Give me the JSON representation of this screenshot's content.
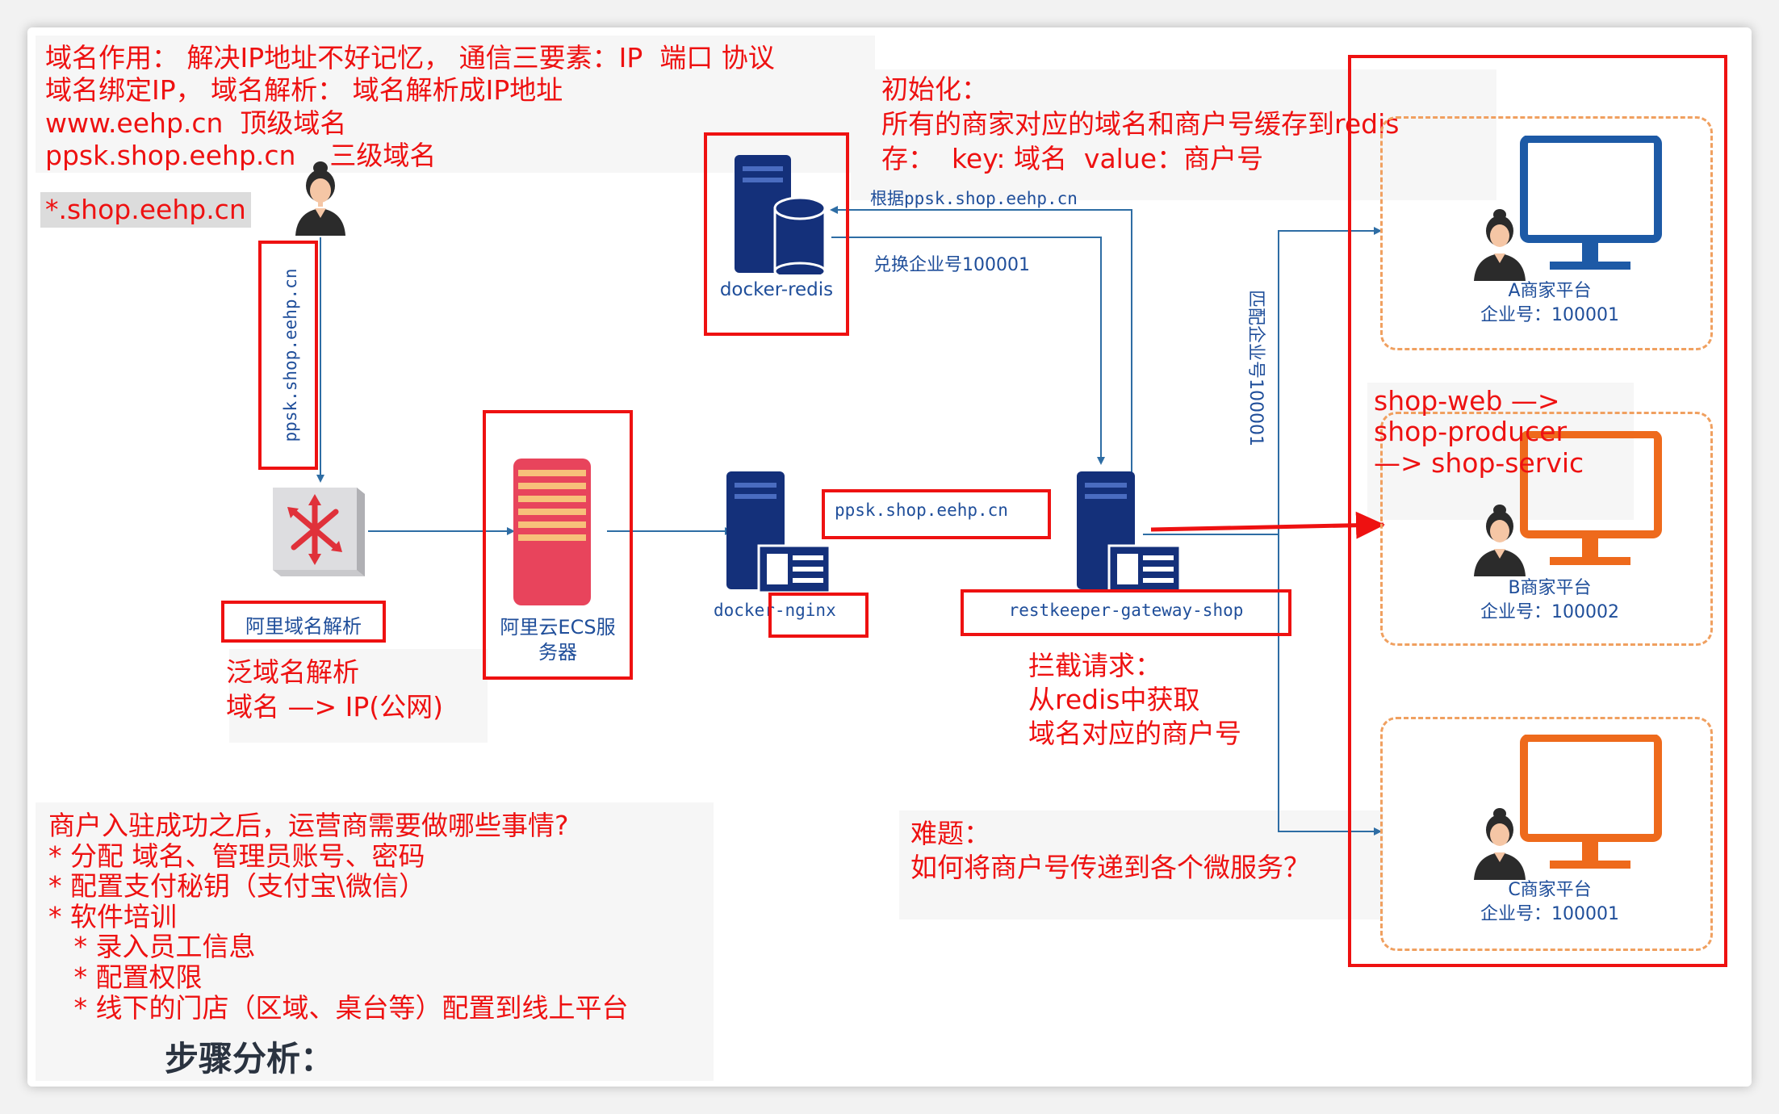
{
  "colors": {
    "annotation_red": "#ee1111",
    "server_navy": "#14307a",
    "flow_blue": "#2e6da4",
    "platform_blue": "#1d5aa6",
    "platform_orange": "#ee6a1c"
  },
  "top_note": {
    "line1": "域名作用： 解决IP地址不好记忆， 通信三要素：IP  端口 协议",
    "line2": "域名绑定IP， 域名解析： 域名解析成IP地址",
    "line3": "www.eehp.cn  顶级域名",
    "line4": "ppsk.shop.eehp.cn    三级域名",
    "wildcard": "*.shop.eehp.cn"
  },
  "init_note": {
    "line1": "初始化：",
    "line2": "所有的商家对应的域名和商户号缓存到redis",
    "line3": "存：  key: 域名  value：商户号"
  },
  "vertical_label": "ppsk.shop.eehp.cn",
  "dns": {
    "label": "阿里域名解析"
  },
  "pan_note": {
    "line1": "泛域名解析",
    "line2": "域名 —> IP(公网)"
  },
  "ecs": {
    "line1": "阿里云ECS服",
    "line2": "务器"
  },
  "redis": {
    "label": "docker-redis",
    "query_label": "根据ppsk.shop.eehp.cn",
    "reply_label": "兑换企业号100001"
  },
  "nginx": {
    "label": "docker-nginx",
    "edge_label": "ppsk.shop.eehp.cn"
  },
  "gateway": {
    "label": "restkeeper-gateway-shop"
  },
  "intercept_note": {
    "line1": "拦截请求：",
    "line2": "从redis中获取",
    "line3": "域名对应的商户号"
  },
  "match_label": "匹配企业号100001",
  "service_chain": {
    "line1": "shop-web —>",
    "line2": "shop-producer",
    "line3": "—> shop-servic"
  },
  "difficulty_note": {
    "line1": "难题：",
    "line2": "如何将商户号传递到各个微服务？"
  },
  "platforms": [
    {
      "name": "A商家平台",
      "id_label": "企业号：100001"
    },
    {
      "name": "B商家平台",
      "id_label": "企业号：100002"
    },
    {
      "name": "C商家平台",
      "id_label": "企业号：100001"
    }
  ],
  "merchant_note": {
    "line1": "商户入驻成功之后，运营商需要做哪些事情?",
    "line2": "* 分配 域名、管理员账号、密码",
    "line3": "* 配置支付秘钥（支付宝\\微信）",
    "line4": "* 软件培训",
    "line5": "   * 录入员工信息",
    "line6": "   * 配置权限",
    "line7": "   * 线下的门店（区域、桌台等）配置到线上平台"
  },
  "steps_title": "步骤分析："
}
